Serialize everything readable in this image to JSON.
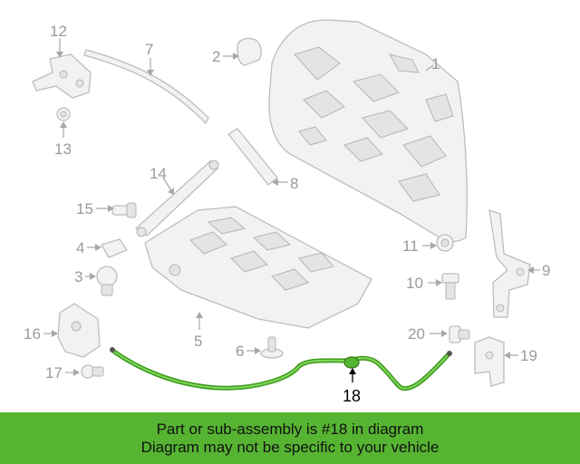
{
  "callouts": {
    "c1": "1",
    "c2": "2",
    "c3": "3",
    "c4": "4",
    "c5": "5",
    "c6": "6",
    "c7": "7",
    "c8": "8",
    "c9": "9",
    "c10": "10",
    "c11": "11",
    "c12": "12",
    "c13": "13",
    "c14": "14",
    "c15": "15",
    "c16": "16",
    "c17": "17",
    "c18": "18",
    "c19": "19",
    "c20": "20"
  },
  "highlight_color": "#56b432",
  "cable_color": "#3f9a1e",
  "banner": {
    "line1": "Part or sub-assembly is #18 in diagram",
    "line2": "Diagram may not be specific to your vehicle"
  }
}
